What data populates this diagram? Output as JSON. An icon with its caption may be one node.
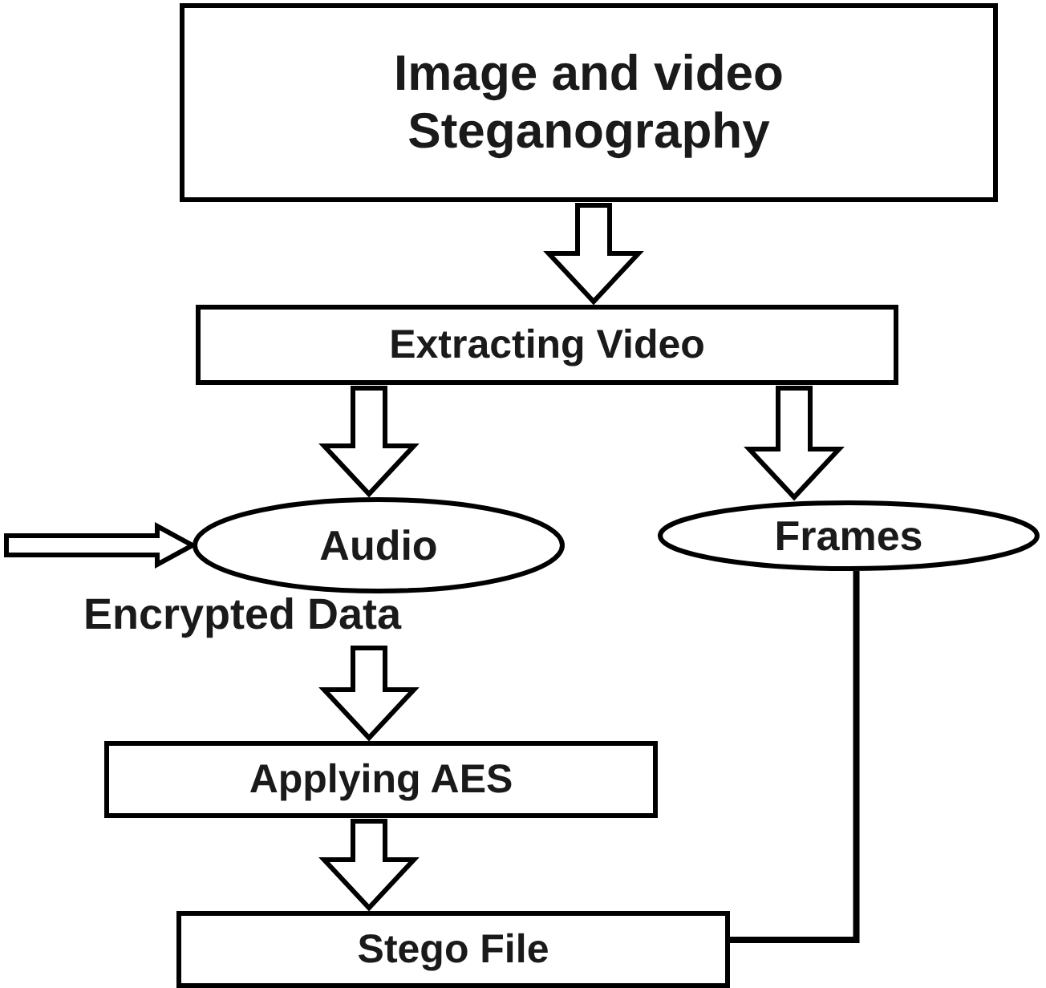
{
  "diagram": {
    "nodes": [
      {
        "text": [
          "Image and video Steganography"
        ]
      },
      {
        "text": [
          "Extracting Video"
        ]
      },
      {
        "text": [
          "Audio"
        ]
      },
      {
        "text": [
          "Frames"
        ]
      },
      {
        "text": [
          "Applying AES"
        ]
      },
      {
        "text": [
          "Stego File"
        ]
      }
    ],
    "edges": [
      {
        "from": 0,
        "to": 1,
        "arrow": "to"
      },
      {
        "from": 1,
        "to": 2,
        "arrow": "to"
      },
      {
        "from": 1,
        "to": 3,
        "arrow": "to"
      },
      {
        "from": null,
        "to": 2,
        "arrow": "to",
        "label": "Encrypted Data"
      },
      {
        "from": 2,
        "to": 4,
        "arrow": "to"
      },
      {
        "from": 4,
        "to": 5,
        "arrow": "to"
      },
      {
        "from": 3,
        "to": 5,
        "arrow": "none"
      }
    ]
  }
}
